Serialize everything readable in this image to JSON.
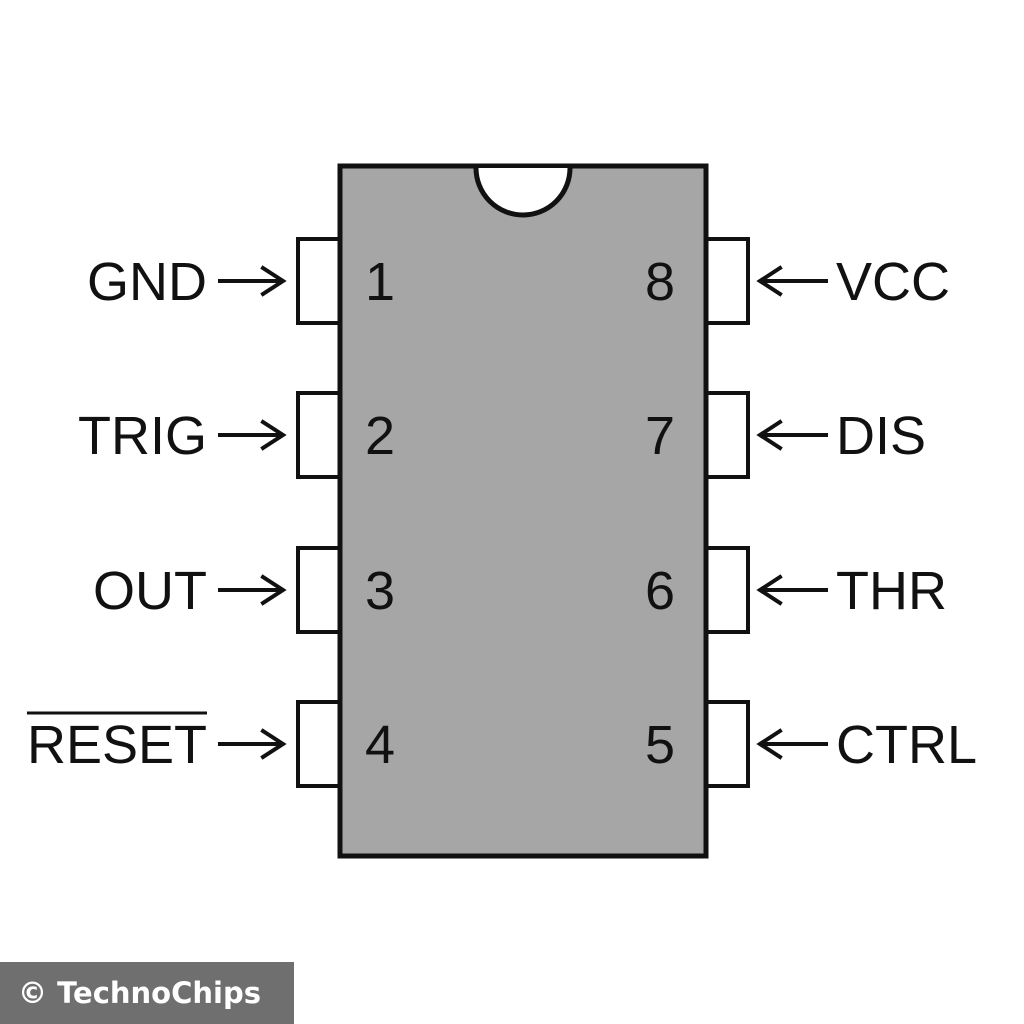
{
  "chip": {
    "body_color": "#a6a6a6",
    "outline_color": "#111111",
    "pins_left": [
      {
        "number": "1",
        "label": "GND",
        "overline": false
      },
      {
        "number": "2",
        "label": "TRIG",
        "overline": false
      },
      {
        "number": "3",
        "label": "OUT",
        "overline": false
      },
      {
        "number": "4",
        "label": "RESET",
        "overline": true
      }
    ],
    "pins_right": [
      {
        "number": "8",
        "label": "VCC"
      },
      {
        "number": "7",
        "label": "DIS"
      },
      {
        "number": "6",
        "label": "THR"
      },
      {
        "number": "5",
        "label": "CTRL"
      }
    ]
  },
  "watermark": {
    "text": "© TechnoChips"
  }
}
